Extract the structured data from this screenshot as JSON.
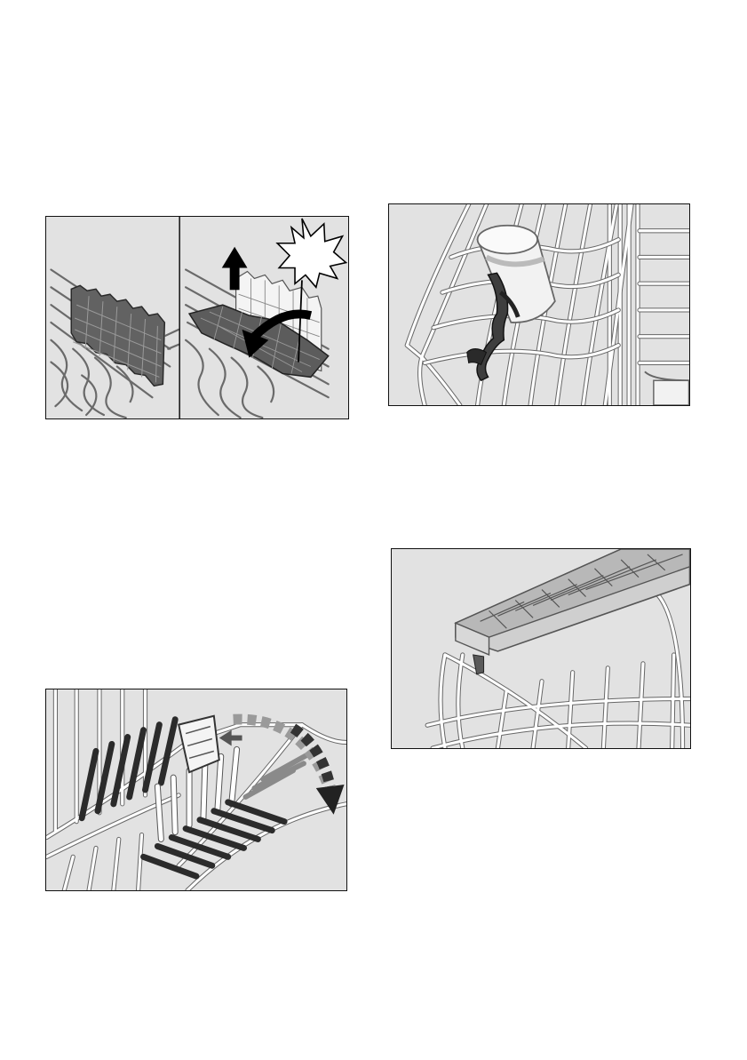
{
  "page": {
    "background": "#ffffff"
  },
  "colors": {
    "panel_background": "#e2e2e2",
    "panel_border": "#111111",
    "dark_part": "#555555",
    "arrow": "#000000"
  },
  "illustrations": [
    {
      "id": "fig-cup-shelf-fold",
      "icons": [
        "up-arrow-icon",
        "curved-arrow-icon",
        "click-burst-icon"
      ]
    },
    {
      "id": "fig-glass-holder",
      "icons": []
    },
    {
      "id": "fig-fold-down-tines",
      "icons": [
        "dashed-curved-arrow-icon",
        "release-arrow-icon"
      ]
    },
    {
      "id": "fig-cutlery-tray",
      "icons": []
    }
  ]
}
